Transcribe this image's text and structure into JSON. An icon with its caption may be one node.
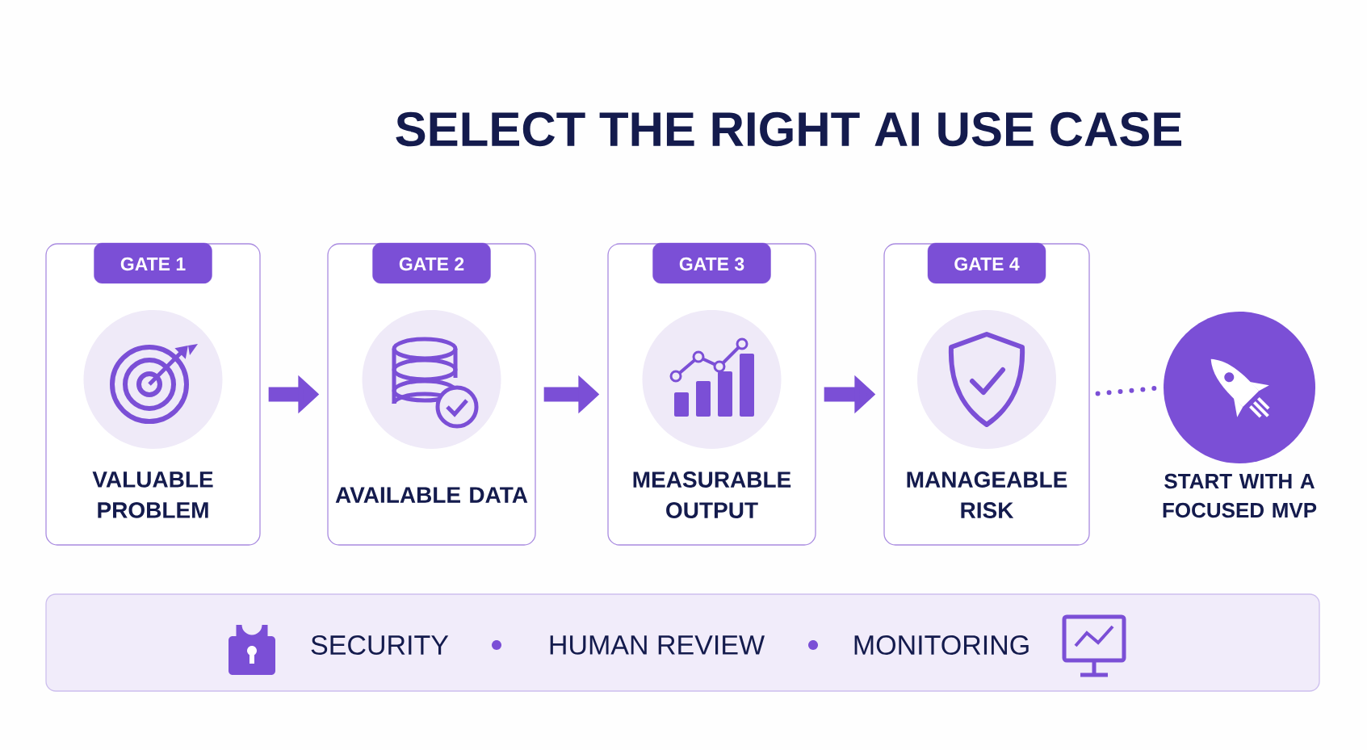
{
  "diagram": {
    "title": "SELECT THE RIGHT AI USE CASE",
    "nodes": [
      {
        "text": [
          "GATE 1",
          "VALUABLE PROBLEM"
        ]
      },
      {
        "text": [
          "GATE 2",
          "AVAILABLE DATA"
        ]
      },
      {
        "text": [
          "GATE 3",
          "MEASURABLE OUTPUT"
        ]
      },
      {
        "text": [
          "GATE 4",
          "MANAGEABLE RISK"
        ]
      },
      {
        "text": [
          "START WITH A FOCUSED MVP"
        ]
      },
      {
        "text": [
          "SECURITY",
          "HUMAN REVIEW",
          "MONITORING"
        ]
      }
    ],
    "edges": [
      {
        "from": 0,
        "to": 1,
        "arrow": "to"
      },
      {
        "from": 1,
        "to": 2,
        "arrow": "to"
      },
      {
        "from": 2,
        "to": 3,
        "arrow": "to"
      },
      {
        "from": 3,
        "to": 4,
        "arrow": "none",
        "style": "dashed"
      }
    ]
  }
}
